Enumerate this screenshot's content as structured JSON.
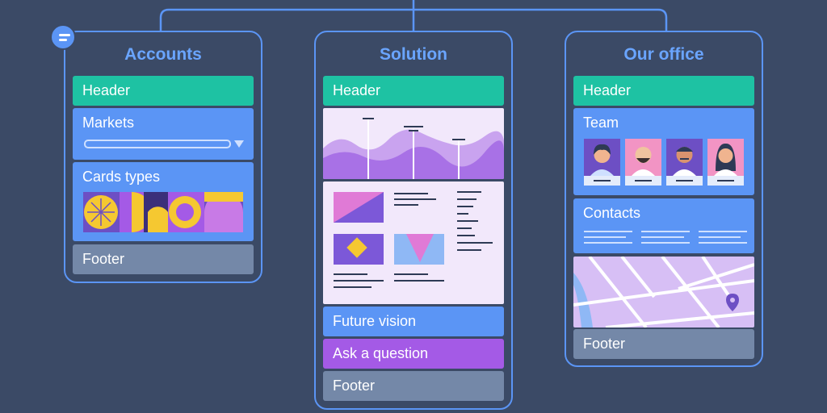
{
  "columns": {
    "accounts": {
      "title": "Accounts",
      "blocks": {
        "header": "Header",
        "markets": "Markets",
        "cards_types": "Cards types",
        "footer": "Footer"
      }
    },
    "solution": {
      "title": "Solution",
      "blocks": {
        "header": "Header",
        "future_vision": "Future vision",
        "ask_question": "Ask a question",
        "footer": "Footer"
      }
    },
    "office": {
      "title": "Our office",
      "blocks": {
        "header": "Header",
        "team": "Team",
        "contacts": "Contacts",
        "footer": "Footer"
      }
    }
  },
  "colors": {
    "background": "#3b4a66",
    "outline": "#5b95f5",
    "header_green": "#1ec2a3",
    "block_blue": "#5b95f5",
    "footer_gray": "#7488a8",
    "accent_purple": "#a45ae6"
  },
  "icons": {
    "menu": "menu-lines-icon",
    "location": "map-pin-icon"
  }
}
